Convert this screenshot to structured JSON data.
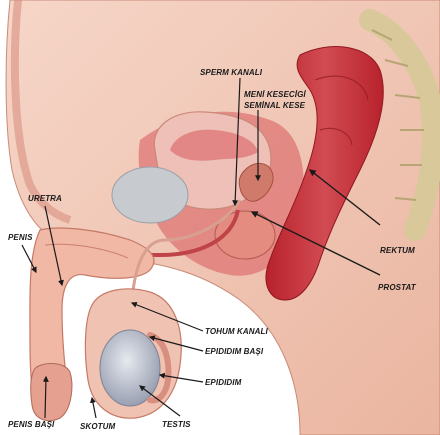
{
  "diagram": {
    "labels": {
      "sperm_kanali": "SPERM KANALI",
      "meni_kesecigi": "MENİ KESECİGİ",
      "seminal_kese": "SEMİNAL KESE",
      "uretra": "URETRA",
      "penis": "PENIS",
      "rektum": "REKTUM",
      "prostat": "PROSTAT",
      "tohum_kanali": "TOHUM KANALI",
      "epididim_basi": "EPIDIDIM BAŞI",
      "epididim": "EPIDIDIM",
      "penis_basi": "PENIS BAŞI",
      "skotum": "SKOTUM",
      "testis": "TESTIS"
    },
    "colors": {
      "skin": "#f3c9b8",
      "skin_dark": "#e6a892",
      "muscle": "#c8323a",
      "muscle_light": "#d9575c",
      "bladder": "#eec0b8",
      "bone": "#efe6c6",
      "testis": "#c9cdd8",
      "label": "#1a1a1a"
    }
  }
}
